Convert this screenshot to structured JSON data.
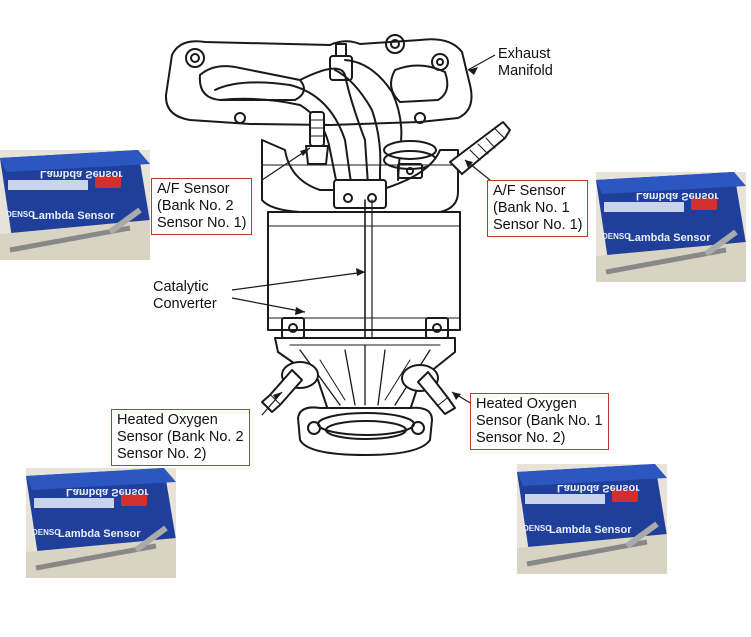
{
  "labels": {
    "exhaust_manifold": "Exhaust\nManifold",
    "af_sensor_bank2": "A/F Sensor\n(Bank No. 2\nSensor No. 1)",
    "af_sensor_bank1": "A/F Sensor\n(Bank No. 1\nSensor No. 1)",
    "catalytic_converter": "Catalytic\nConverter",
    "ho2_sensor_bank2": "Heated Oxygen\nSensor (Bank No. 2\nSensor No. 2)",
    "ho2_sensor_bank1": "Heated Oxygen\nSensor (Bank No. 1\nSensor No. 2)"
  },
  "product_box": {
    "brand": "DENSO",
    "product_name": "Lambda Sensor",
    "box_color": "#1f3f9a",
    "logo_color": "#d32f2f"
  },
  "colors": {
    "callout_border": "#c0392b",
    "line_art": "#1a1a1a"
  }
}
